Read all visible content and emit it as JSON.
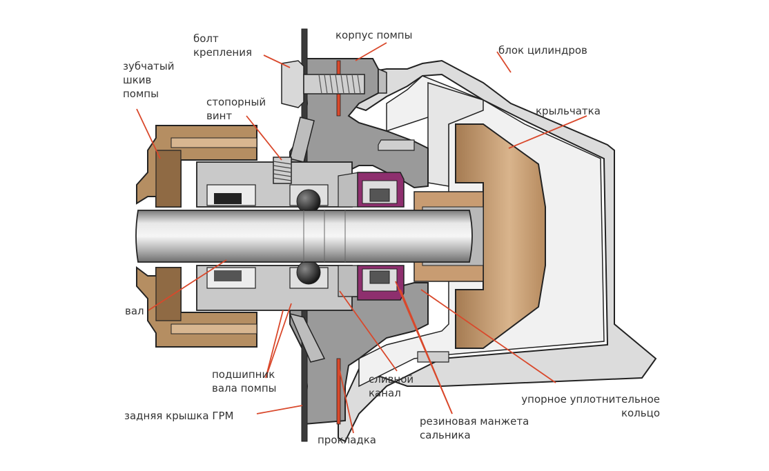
{
  "labels": {
    "bolt": [
      "болт",
      "крепления"
    ],
    "pump_housing": [
      "корпус помпы"
    ],
    "cylinder_block": [
      "блок цилиндров"
    ],
    "pulley": [
      "зубчатый",
      "шкив",
      "помпы"
    ],
    "set_screw": [
      "стопорный",
      "винт"
    ],
    "impeller": [
      "крыльчатка"
    ],
    "shaft": [
      "вал"
    ],
    "bearing": [
      "подшипник",
      "вала помпы"
    ],
    "drain": [
      "сливной",
      "канал"
    ],
    "thrust_ring": [
      "упорное уплотнительное",
      "кольцо"
    ],
    "timing_cover": [
      "задняя крышка ГРМ"
    ],
    "gasket": [
      "прокладка"
    ],
    "rubber_seal": [
      "резиновая манжета",
      "сальника"
    ]
  },
  "colors": {
    "leader": "#d9482b",
    "pulley": "#b58e62",
    "impeller": "#c89c72",
    "block": "#dcdcdc",
    "housing": "#9a9a9a",
    "shaft": "#b9b9b9",
    "seal": "#8e2f6e",
    "gasket": "#d9482b",
    "outline": "#222222"
  }
}
